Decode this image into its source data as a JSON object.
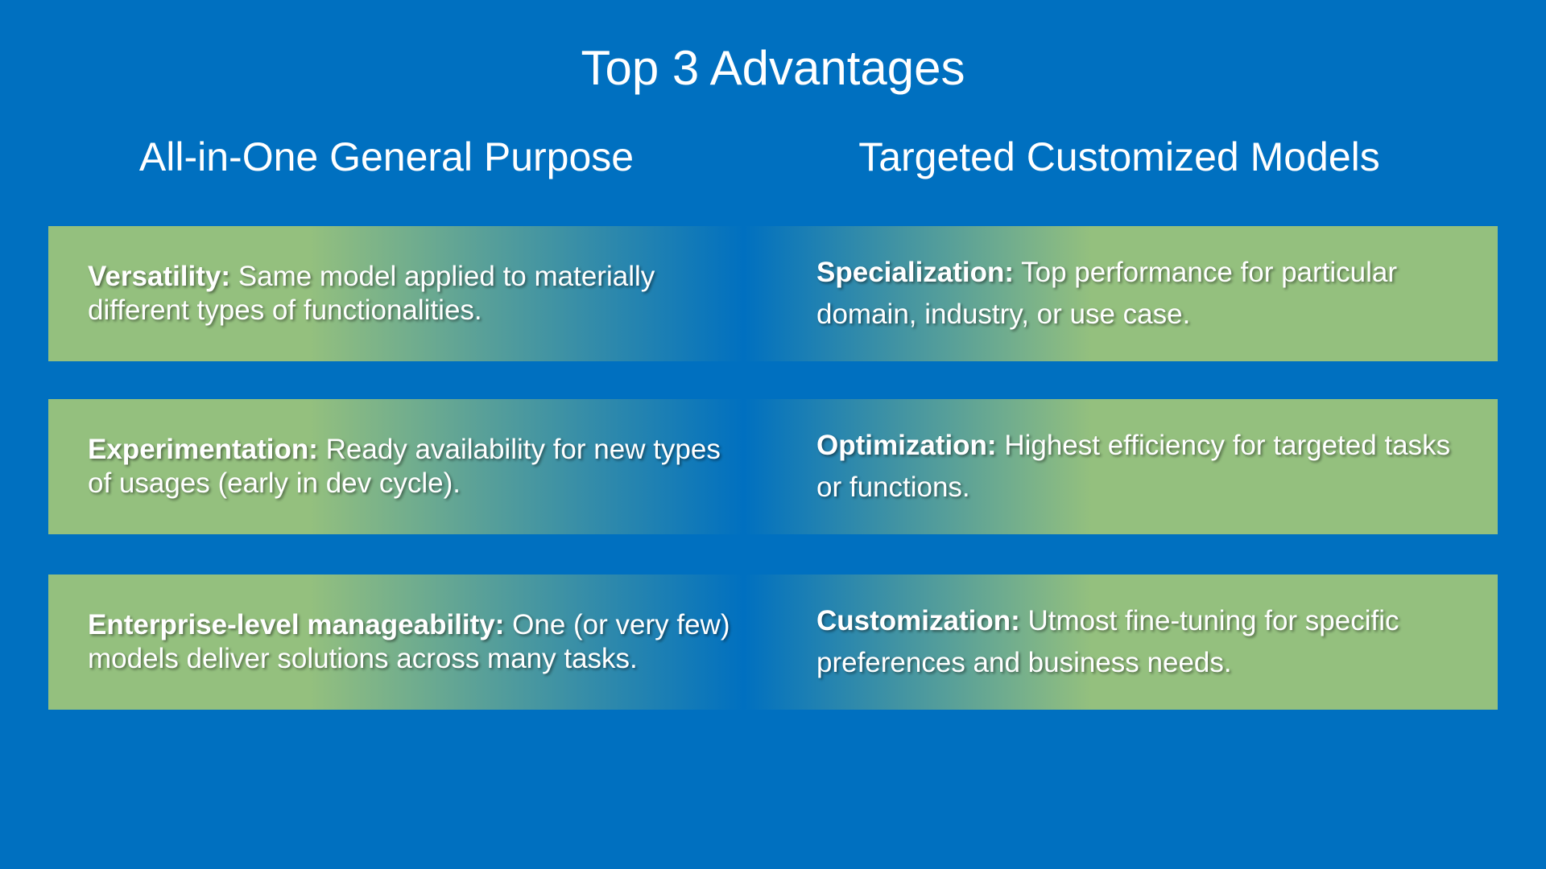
{
  "title": "Top 3 Advantages",
  "columns": {
    "left": "All-in-One General Purpose",
    "right": "Targeted Customized Models"
  },
  "rows": [
    {
      "left": {
        "term": "Versatility:",
        "text": " Same model applied to materially different types of functionalities."
      },
      "right": {
        "term": "Specialization:",
        "text": " Top performance for particular domain, industry, or use case."
      }
    },
    {
      "left": {
        "term": "Experimentation:",
        "text": " Ready availability for new types of usages (early in dev cycle)."
      },
      "right": {
        "term": "Optimization:",
        "text": " Highest efficiency for targeted tasks or functions."
      }
    },
    {
      "left": {
        "term": "Enterprise-level manageability:",
        "text": " One (or very few) models deliver solutions across many tasks."
      },
      "right": {
        "term": "Customization:",
        "text": " Utmost fine-tuning for specific preferences and business needs."
      }
    }
  ],
  "colors": {
    "background": "#0070C0",
    "green": "#94C07E"
  }
}
